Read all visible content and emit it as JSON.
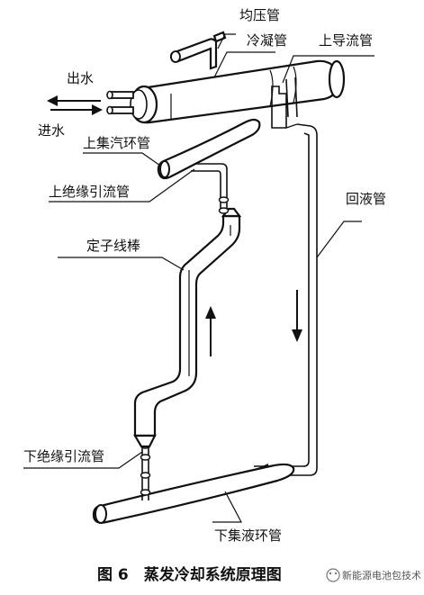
{
  "labels": {
    "equalizer": "均压管",
    "condenser": "冷凝管",
    "upper_diversion": "上导流管",
    "water_out": "出水",
    "water_in": "进水",
    "upper_steam_ring": "上集汽环管",
    "upper_insulation": "上绝缘引流管",
    "return_pipe": "回液管",
    "stator_bar": "定子线棒",
    "lower_insulation": "下绝缘引流管",
    "lower_ring": "下集液环管"
  },
  "caption": "图 6　蒸发冷却系统原理图",
  "watermark": "新能源电池包技术"
}
